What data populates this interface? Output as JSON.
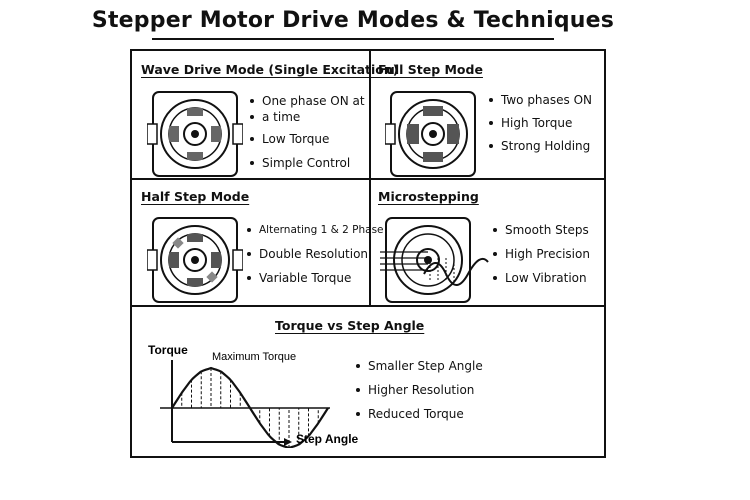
{
  "title": "Stepper Motor Drive Modes & Techniques",
  "panels": [
    {
      "heading": "Wave Drive Mode (Single Excitation)",
      "bullets": [
        "One phase ON at",
        "a time",
        "Low Torque",
        "Simple Control"
      ]
    },
    {
      "heading": "Full Step Mode",
      "bullets": [
        "Two phases ON",
        "High Torque",
        "Strong Holding"
      ]
    },
    {
      "heading": "Half Step Mode",
      "bullets": [
        "Alternating 1 & 2 Phase",
        "Double Resolution",
        "Variable Torque"
      ]
    },
    {
      "heading": "Microstepping",
      "bullets": [
        "Smooth Steps",
        "High Precision",
        "Low Vibration"
      ]
    }
  ],
  "torque_section": {
    "heading": "Torque vs Step Angle",
    "bullets": [
      "Smaller Step Angle",
      "Higher Resolution",
      "Reduced Torque"
    ]
  },
  "chart_data": {
    "type": "line",
    "title": "",
    "xlabel": "Step Angle",
    "ylabel": "Torque",
    "annotations": [
      "Maximum Torque"
    ],
    "series": [
      {
        "x": [
          0,
          1,
          2,
          3,
          4,
          5,
          6,
          7,
          8,
          9,
          10,
          11,
          12,
          13,
          14,
          15,
          16
        ],
        "y": [
          0,
          0.38,
          0.71,
          0.92,
          1.0,
          0.92,
          0.71,
          0.38,
          0,
          -0.38,
          -0.71,
          -0.92,
          -1.0,
          -0.92,
          -0.71,
          -0.38,
          0
        ]
      }
    ],
    "grid": false,
    "legend": "none"
  }
}
